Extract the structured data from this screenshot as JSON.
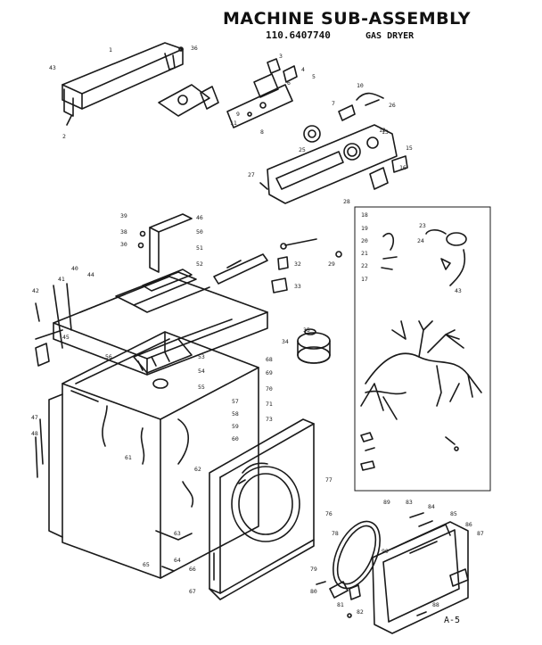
{
  "header": {
    "title": "MACHINE SUB-ASSEMBLY",
    "model_number": "110.6407740",
    "subtitle": "GAS DRYER"
  },
  "footer": {
    "page_ref": "A-5"
  },
  "callouts": [
    {
      "id": "c1",
      "label": "1"
    },
    {
      "id": "c2",
      "label": "2"
    },
    {
      "id": "c43a",
      "label": "43"
    },
    {
      "id": "c36",
      "label": "36"
    },
    {
      "id": "c3",
      "label": "3"
    },
    {
      "id": "c4",
      "label": "4"
    },
    {
      "id": "c5",
      "label": "5"
    },
    {
      "id": "c6",
      "label": "6"
    },
    {
      "id": "c7",
      "label": "7"
    },
    {
      "id": "c8",
      "label": "8"
    },
    {
      "id": "c9",
      "label": "9"
    },
    {
      "id": "c10",
      "label": "10"
    },
    {
      "id": "c11",
      "label": "11"
    },
    {
      "id": "c12",
      "label": "12"
    },
    {
      "id": "c13",
      "label": "13"
    },
    {
      "id": "c15",
      "label": "15"
    },
    {
      "id": "c16",
      "label": "16"
    },
    {
      "id": "c25",
      "label": "25"
    },
    {
      "id": "c26",
      "label": "26"
    },
    {
      "id": "c27",
      "label": "27"
    },
    {
      "id": "c28",
      "label": "28"
    },
    {
      "id": "c39",
      "label": "39"
    },
    {
      "id": "c38",
      "label": "38"
    },
    {
      "id": "c30",
      "label": "30"
    },
    {
      "id": "c46",
      "label": "46"
    },
    {
      "id": "c50",
      "label": "50"
    },
    {
      "id": "c51",
      "label": "51"
    },
    {
      "id": "c52",
      "label": "52"
    },
    {
      "id": "c32",
      "label": "32"
    },
    {
      "id": "c33",
      "label": "33"
    },
    {
      "id": "c29",
      "label": "29"
    },
    {
      "id": "c18",
      "label": "18"
    },
    {
      "id": "c19",
      "label": "19"
    },
    {
      "id": "c20",
      "label": "20"
    },
    {
      "id": "c21",
      "label": "21"
    },
    {
      "id": "c22",
      "label": "22"
    },
    {
      "id": "c23",
      "label": "23"
    },
    {
      "id": "c24",
      "label": "24"
    },
    {
      "id": "c17",
      "label": "17"
    },
    {
      "id": "c43b",
      "label": "43"
    },
    {
      "id": "c40",
      "label": "40"
    },
    {
      "id": "c41",
      "label": "41"
    },
    {
      "id": "c44",
      "label": "44"
    },
    {
      "id": "c42",
      "label": "42"
    },
    {
      "id": "c45",
      "label": "45"
    },
    {
      "id": "c34",
      "label": "34"
    },
    {
      "id": "c35",
      "label": "35"
    },
    {
      "id": "c53",
      "label": "53"
    },
    {
      "id": "c54",
      "label": "54"
    },
    {
      "id": "c55",
      "label": "55"
    },
    {
      "id": "c56",
      "label": "56"
    },
    {
      "id": "c47",
      "label": "47"
    },
    {
      "id": "c48",
      "label": "48"
    },
    {
      "id": "c57",
      "label": "57"
    },
    {
      "id": "c58",
      "label": "58"
    },
    {
      "id": "c59",
      "label": "59"
    },
    {
      "id": "c60",
      "label": "60"
    },
    {
      "id": "c61",
      "label": "61"
    },
    {
      "id": "c62",
      "label": "62"
    },
    {
      "id": "c63",
      "label": "63"
    },
    {
      "id": "c64",
      "label": "64"
    },
    {
      "id": "c65",
      "label": "65"
    },
    {
      "id": "c66",
      "label": "66"
    },
    {
      "id": "c67",
      "label": "67"
    },
    {
      "id": "c68",
      "label": "68"
    },
    {
      "id": "c69",
      "label": "69"
    },
    {
      "id": "c70",
      "label": "70"
    },
    {
      "id": "c71",
      "label": "71"
    },
    {
      "id": "c73",
      "label": "73"
    },
    {
      "id": "c76",
      "label": "76"
    },
    {
      "id": "c77",
      "label": "77"
    },
    {
      "id": "c78",
      "label": "78"
    },
    {
      "id": "c79",
      "label": "79"
    },
    {
      "id": "c80",
      "label": "80"
    },
    {
      "id": "c81",
      "label": "81"
    },
    {
      "id": "c82",
      "label": "82"
    },
    {
      "id": "c83",
      "label": "83"
    },
    {
      "id": "c84",
      "label": "84"
    },
    {
      "id": "c85",
      "label": "85"
    },
    {
      "id": "c86",
      "label": "86"
    },
    {
      "id": "c87",
      "label": "87"
    },
    {
      "id": "c88",
      "label": "88"
    },
    {
      "id": "c89",
      "label": "89"
    },
    {
      "id": "c90",
      "label": "90"
    }
  ]
}
